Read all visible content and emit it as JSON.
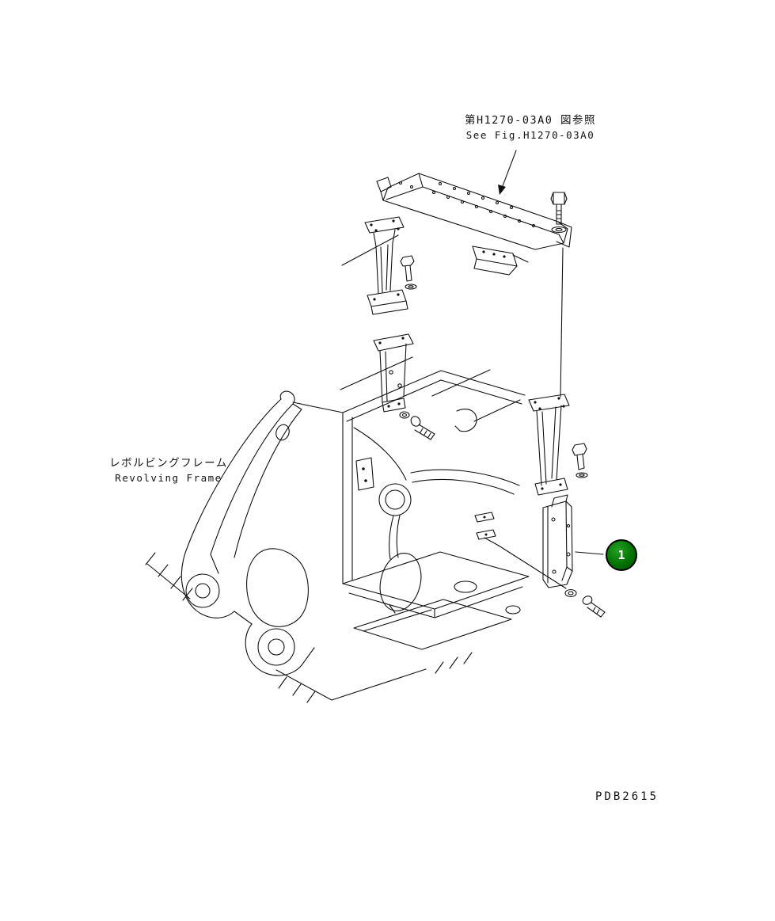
{
  "page": {
    "drawing_code": "PDB2615"
  },
  "labels": {
    "figure_ref_jp": "第H1270-03A0 図参照",
    "figure_ref_en": "See Fig.H1270-03A0",
    "frame_jp": "レボルビングフレーム",
    "frame_en": "Revolving Frame"
  },
  "callouts": [
    {
      "number": "1"
    }
  ],
  "colors": {
    "line": "#111111",
    "background": "#ffffff",
    "callout_fill": "#006e00",
    "callout_ring": "#000000",
    "callout_text": "#ffffff"
  }
}
